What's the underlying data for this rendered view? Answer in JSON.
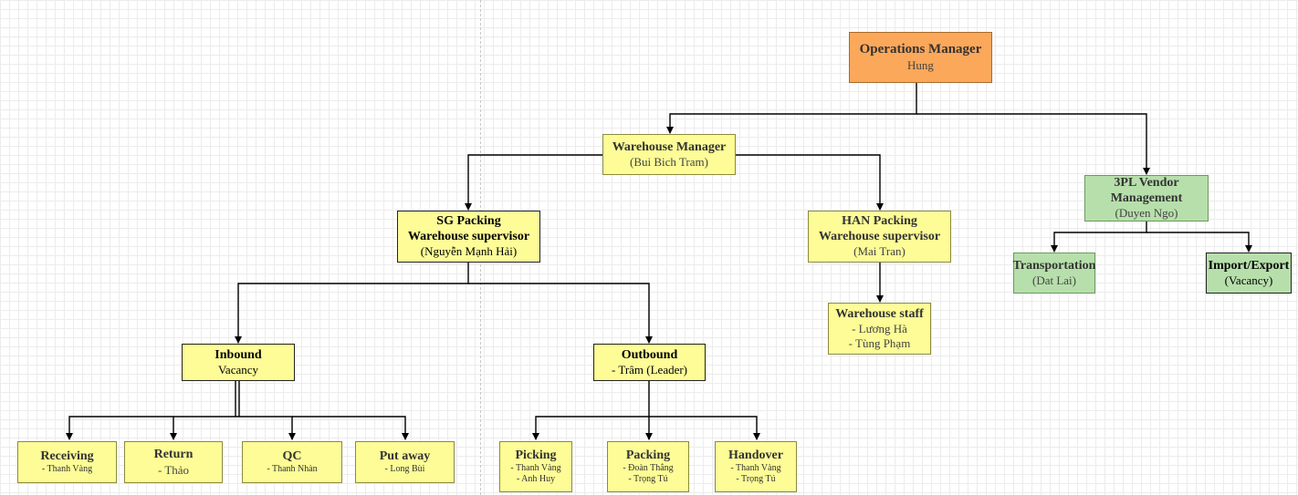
{
  "nodes": {
    "ops_manager": {
      "title": "Operations Manager",
      "lines": [
        "Hung"
      ]
    },
    "warehouse_manager": {
      "title": "Warehouse Manager",
      "lines": [
        "(Bui Bich Tram)"
      ]
    },
    "vendor_mgmt": {
      "title_1": "3PL Vendor",
      "title_2": "Management",
      "lines": [
        "(Duyen Ngo)"
      ]
    },
    "sg_supervisor": {
      "title_1": "SG Packing",
      "title_2": "Warehouse supervisor",
      "lines": [
        "(Nguyễn Mạnh Hải)"
      ]
    },
    "han_supervisor": {
      "title_1": "HAN Packing",
      "title_2": "Warehouse supervisor",
      "lines": [
        "(Mai Tran)"
      ]
    },
    "transportation": {
      "title": "Transportation",
      "lines": [
        "(Dat Lai)"
      ]
    },
    "import_export": {
      "title": "Import/Export",
      "lines": [
        "(Vacancy)"
      ]
    },
    "warehouse_staff": {
      "title": "Warehouse staff",
      "lines": [
        "- Lương Hà",
        "- Tùng Phạm"
      ]
    },
    "inbound": {
      "title": "Inbound",
      "lines": [
        "Vacancy"
      ]
    },
    "outbound": {
      "title": "Outbound",
      "lines": [
        "- Trâm (Leader)"
      ]
    },
    "receiving": {
      "title": "Receiving",
      "lines": [
        "- Thanh Vàng"
      ]
    },
    "return": {
      "title": "Return",
      "lines": [
        "- Thảo"
      ]
    },
    "qc": {
      "title": "QC",
      "lines": [
        "- Thanh Nhàn"
      ]
    },
    "put_away": {
      "title": "Put away",
      "lines": [
        "- Long Bùi"
      ]
    },
    "picking": {
      "title": "Picking",
      "lines": [
        "- Thanh Vàng",
        "- Anh Huy"
      ]
    },
    "packing": {
      "title": "Packing",
      "lines": [
        "- Đoàn Thắng",
        "- Trọng Tú"
      ]
    },
    "handover": {
      "title": "Handover",
      "lines": [
        "- Thanh Vàng",
        "- Trọng Tú"
      ]
    }
  },
  "colors": {
    "manager_fill": "#fca85a",
    "node_fill": "#fdfc97",
    "vendor_fill": "#b7dfab",
    "connector": "#000000"
  }
}
